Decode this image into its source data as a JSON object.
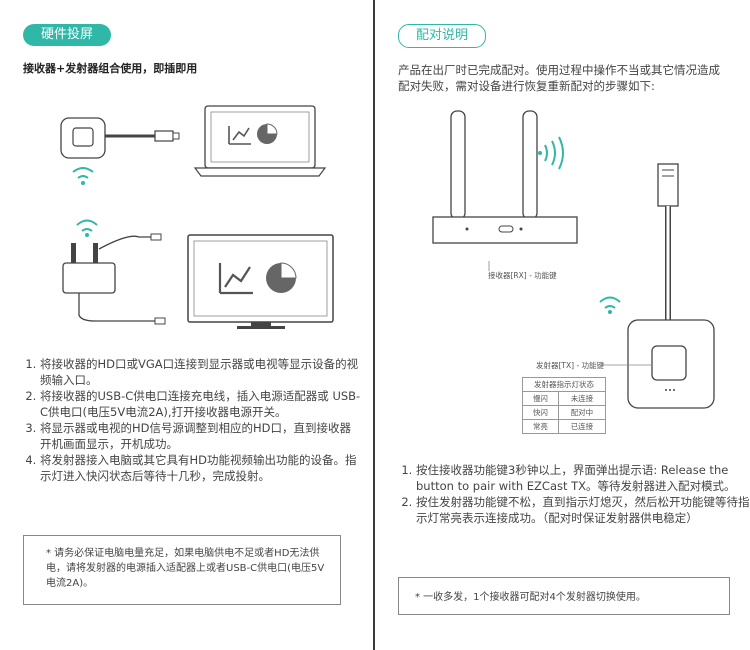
{
  "left": {
    "badge": "硬件投屏",
    "lead": "接收器+发射器组合使用，即插即用",
    "steps": [
      "将接收器的HD口或VGA口连接到显示器或电视等显示设备的视频输入口。",
      "将接收器的USB-C供电口连接充电线，插入电源适配器或 USB-C供电口(电压5V电流2A),打开接收器电源开关。",
      "将显示器或电视的HD信号源调整到相应的HD口，直到接收器开机画面显示，开机成功。",
      "将发射器接入电脑或其它具有HD功能视频输出功能的设备。指示灯进入快闪状态后等待十几秒，完成投射。"
    ],
    "note": "* 请务必保证电脑电量充足，如果电脑供电不足或者HD无法供电，请将发射器的电源插入适配器上或者USB-C供电口(电压5V电流2A)。"
  },
  "right": {
    "badge": "配对说明",
    "intro": "产品在出厂时已完成配对。使用过程中操作不当或其它情况造成配对失败，需对设备进行恢复重新配对的步骤如下:",
    "rx_caption": "接收器[RX] - 功能键",
    "tx_caption": "发射器[TX] - 功能键",
    "table": {
      "header": "发射器指示灯状态",
      "rows": [
        [
          "慢闪",
          "未连接"
        ],
        [
          "快闪",
          "配对中"
        ],
        [
          "常亮",
          "已连接"
        ]
      ]
    },
    "steps": [
      "按住接收器功能键3秒钟以上，界面弹出提示语: Release the button to pair with EZCast TX。等待发射器进入配对模式。",
      "按住发射器功能键不松，直到指示灯熄灭，然后松开功能键等待指示灯常亮表示连接成功。（配对时保证发射器供电稳定）"
    ],
    "note": "* 一收多发，1个接收器可配对4个发射器切换使用。"
  },
  "colors": {
    "accent": "#2fb7a8",
    "divider": "#3a3a3a"
  }
}
